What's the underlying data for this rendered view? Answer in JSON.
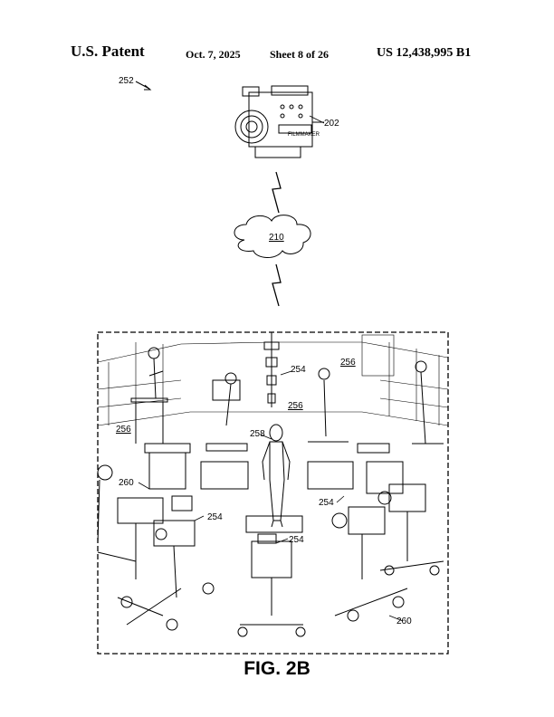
{
  "header": {
    "left": "U.S. Patent",
    "date": "Oct. 7, 2025",
    "sheet": "Sheet 8 of 26",
    "number": "US 12,438,995 B1"
  },
  "figure": {
    "label": "FIG. 2B",
    "refs": {
      "system": "252",
      "camera": "202",
      "network": "210",
      "camera_1": "254",
      "camera_2": "254",
      "camera_3": "254",
      "camera_4": "254",
      "wall_left": "256",
      "wall_mid": "256",
      "wall_right": "256",
      "subject": "258",
      "rig_left": "260",
      "rig_right": "260"
    },
    "camera_brand": "FILMMAKER"
  }
}
